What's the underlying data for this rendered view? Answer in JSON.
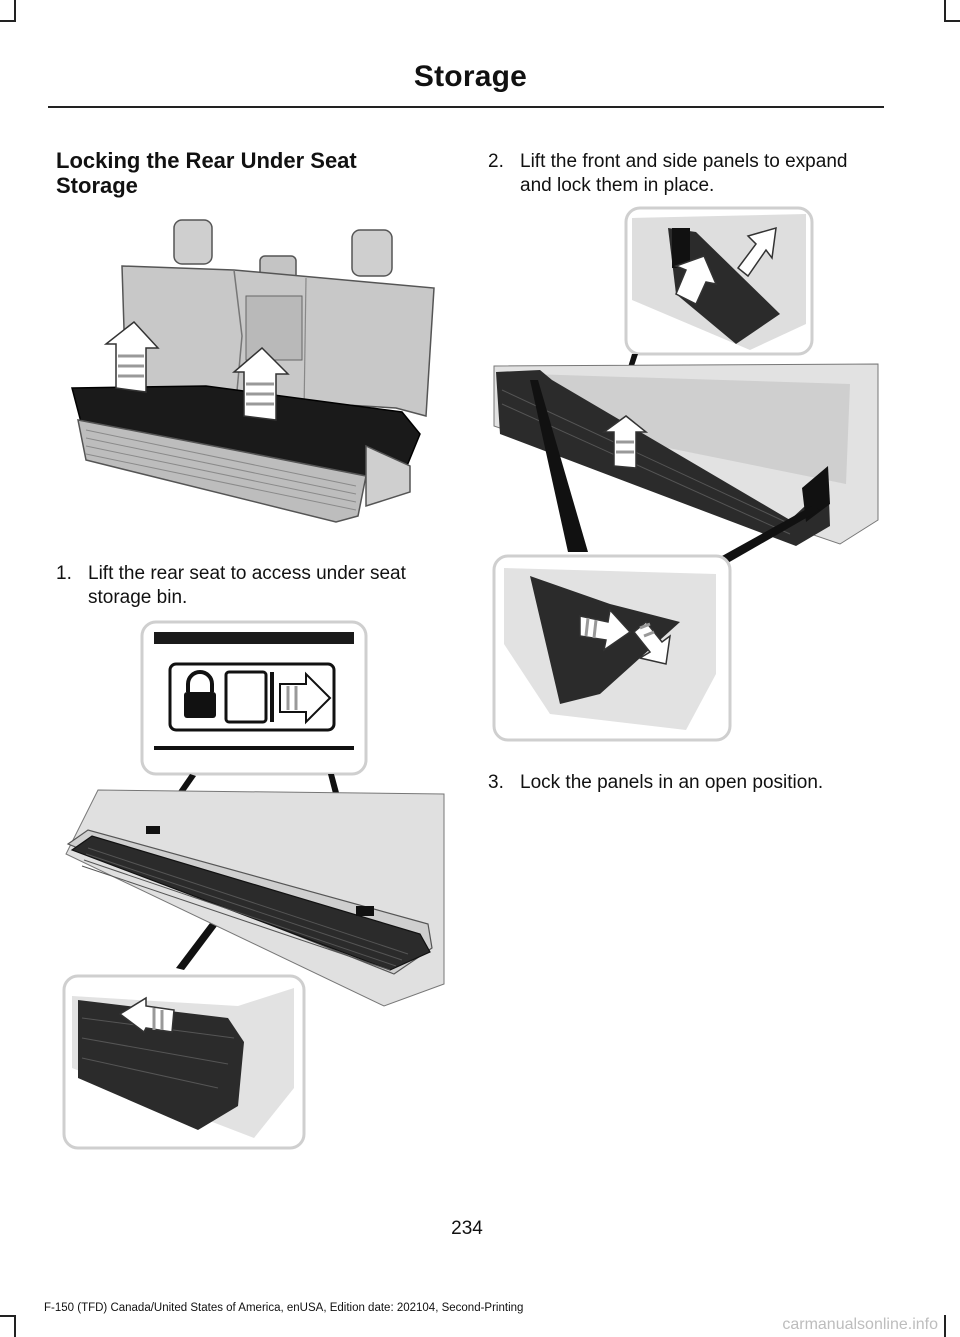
{
  "header": {
    "title": "Storage"
  },
  "section": {
    "title_line1": "Locking the Rear Under Seat",
    "title_line2": "Storage"
  },
  "steps": [
    {
      "num": "1.",
      "line1": "Lift the rear seat to access under seat",
      "line2": "storage bin."
    },
    {
      "num": "2.",
      "line1": "Lift the front and side panels to expand",
      "line2": "and lock them in place."
    },
    {
      "num": "3.",
      "line1": "Lock the panels in an open position.",
      "line2": ""
    }
  ],
  "footer": {
    "page_number": "234",
    "text": "F-150 (TFD) Canada/United States of America, enUSA, Edition date: 202104, Second-Printing"
  },
  "watermark": "carmanualsonline.info",
  "colors": {
    "seat_light": "#c8c8c8",
    "seat_dark": "#1a1a1a",
    "arrow": "#ffffff",
    "panel": "#2b2b2b",
    "frame": "#d0d0d0"
  },
  "icons": [
    "lock-icon",
    "arrow-right-icon",
    "arrow-up-icon"
  ]
}
